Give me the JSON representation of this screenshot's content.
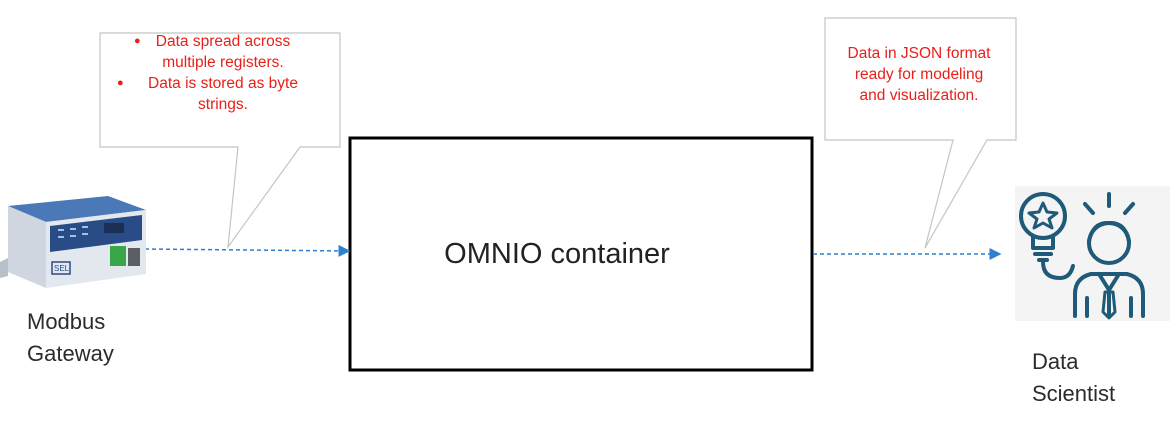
{
  "callout_left": {
    "lines": [
      "Data spread across",
      "multiple registers.",
      "Data is stored as byte",
      "strings."
    ]
  },
  "callout_right": {
    "lines": [
      "Data in JSON format",
      "ready for modeling",
      "and visualization."
    ]
  },
  "omnio": {
    "label": "OMNIO container"
  },
  "gateway": {
    "label_line1": "Modbus",
    "label_line2": "Gateway",
    "device_text": "SEL"
  },
  "scientist": {
    "label_line1": "Data",
    "label_line2": "Scientist",
    "icon": "data-scientist-lightbulb-icon"
  },
  "colors": {
    "callout_text": "#e8201a",
    "arrow": "#2f7fd1",
    "icon": "#1f5a78",
    "box_border": "#000000"
  }
}
